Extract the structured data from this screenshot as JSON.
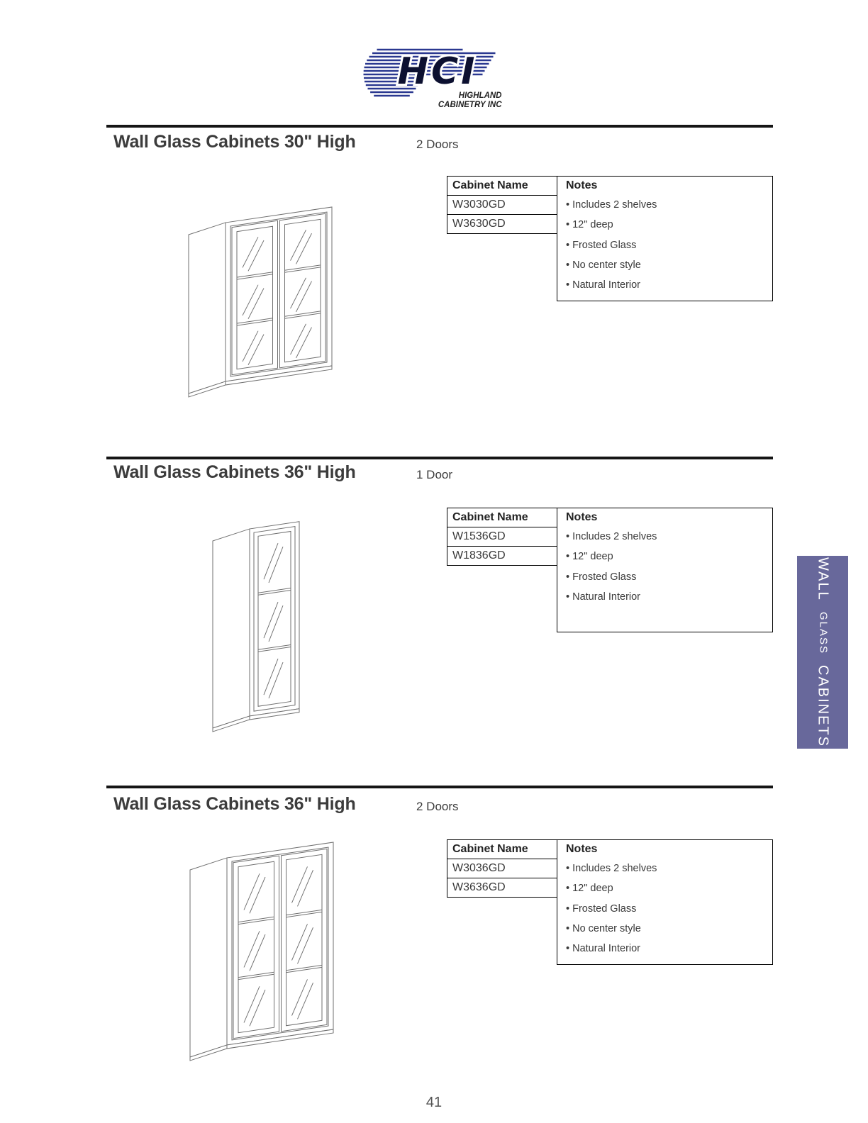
{
  "logo": {
    "text": "HCI",
    "subtitle_line1": "HIGHLAND",
    "subtitle_line2": "CABINETRY INC",
    "stripe_color": "#2A3890"
  },
  "side_tab": {
    "color": "#68689B",
    "words": [
      "WALL",
      "GLASS",
      "CABINETS"
    ]
  },
  "page_number": "41",
  "sections": [
    {
      "title": "Wall Glass Cabinets 30\" High",
      "doors_label": "2 Doors",
      "table": {
        "name_header": "Cabinet Name",
        "notes_header": "Notes",
        "cabinet_names": [
          "W3030GD",
          "W3630GD"
        ],
        "notes": [
          "Includes 2 shelves",
          "12\" deep",
          "Frosted Glass",
          "No center style",
          "Natural Interior"
        ]
      }
    },
    {
      "title": "Wall Glass Cabinets 36\" High",
      "doors_label": "1 Door",
      "table": {
        "name_header": "Cabinet Name",
        "notes_header": "Notes",
        "cabinet_names": [
          "W1536GD",
          "W1836GD"
        ],
        "notes": [
          "Includes 2 shelves",
          "12\" deep",
          "Frosted Glass",
          "Natural Interior"
        ]
      }
    },
    {
      "title": "Wall Glass Cabinets 36\" High",
      "doors_label": "2 Doors",
      "table": {
        "name_header": "Cabinet Name",
        "notes_header": "Notes",
        "cabinet_names": [
          "W3036GD",
          "W3636GD"
        ],
        "notes": [
          "Includes 2 shelves",
          "12\" deep",
          "Frosted Glass",
          "No center style",
          "Natural Interior"
        ]
      }
    }
  ]
}
